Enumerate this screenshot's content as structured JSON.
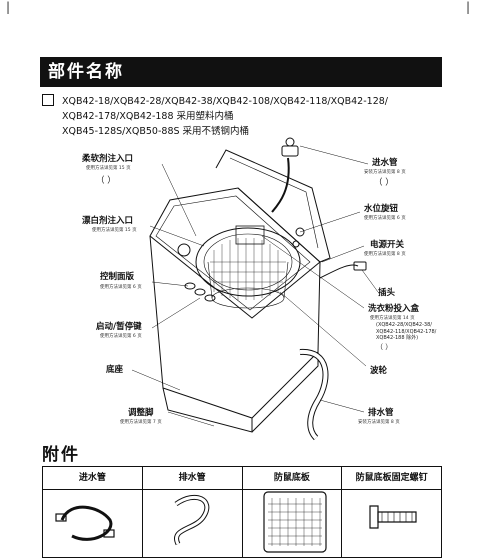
{
  "corner_left": "|",
  "corner_right": "|",
  "banner_title": "部件名称",
  "models": [
    "XQB42-18/XQB42-28/XQB42-38/XQB42-108/XQB42-118/XQB42-128/",
    "XQB42-178/XQB42-188 采用塑料内桶",
    "XQB45-128S/XQB50-88S 采用不锈钢内桶"
  ],
  "parts_left": [
    {
      "label": "柔软剂注入口",
      "sub": "使用方法详见第 15 页",
      "extra": "（ ）"
    },
    {
      "label": "漂白剂注入口",
      "sub": "使用方法详见第 15 页"
    },
    {
      "label": "控制面版",
      "sub": "使用方法详见第 6 页"
    },
    {
      "label": "启动/暂停键",
      "sub": "使用方法详见第 6 页"
    },
    {
      "label": "底座",
      "sub": ""
    },
    {
      "label": "调整脚",
      "sub": "使用方法详见第 7 页"
    }
  ],
  "parts_right": [
    {
      "label": "进水管",
      "sub": "安装方法详见第 8 页",
      "extra": "（ ）"
    },
    {
      "label": "水位旋钮",
      "sub": "使用方法详见第 6 页"
    },
    {
      "label": "电源开关",
      "sub": "使用方法详见第 8 页"
    },
    {
      "label": "插头",
      "sub": ""
    },
    {
      "label": "洗衣粉投入盒",
      "sub": "使用方法详见第 14 页"
    },
    {
      "label": "波轮",
      "sub": ""
    },
    {
      "label": "排水管",
      "sub": "安装方法详见第 8 页"
    }
  ],
  "detergent_note": [
    "(XQB42-28/XQB42-38/",
    "XQB42-118/XQB42-178/",
    "XQB42-188 除外)",
    "（ ）"
  ],
  "accessories_title": "附件",
  "accessories": [
    "进水管",
    "排水管",
    "防鼠底板",
    "防鼠底板固定螺钉"
  ],
  "colors": {
    "ink": "#111111",
    "paper": "#ffffff"
  }
}
